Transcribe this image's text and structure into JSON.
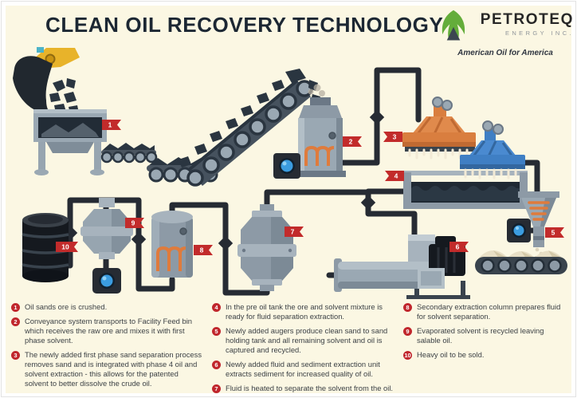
{
  "header": {
    "title": "CLEAN OIL RECOVERY TECHNOLOGY",
    "logo": {
      "name": "PETROTEQ",
      "sub": "ENERGY INC.",
      "tagline": "American Oil for America"
    }
  },
  "diagram": {
    "badges": [
      "1",
      "2",
      "3",
      "4",
      "5",
      "6",
      "7",
      "8",
      "9",
      "10"
    ],
    "steps": [
      {
        "num": "1",
        "machine": "ore-crusher"
      },
      {
        "num": "2",
        "machine": "facility-feed-bin"
      },
      {
        "num": "3",
        "machine": "first-phase-sand-separator"
      },
      {
        "num": "4",
        "machine": "pre-oil-tank"
      },
      {
        "num": "5",
        "machine": "clean-sand-funnel"
      },
      {
        "num": "6",
        "machine": "fluid-sediment-extraction-unit"
      },
      {
        "num": "7",
        "machine": "fluid-heater-vessel"
      },
      {
        "num": "8",
        "machine": "secondary-extraction-column"
      },
      {
        "num": "9",
        "machine": "solvent-recycle-vessel"
      },
      {
        "num": "10",
        "machine": "heavy-oil-barrel"
      }
    ]
  },
  "legend": {
    "col1": [
      {
        "num": "1",
        "text": "Oil sands ore is crushed."
      },
      {
        "num": "2",
        "text": "Conveyance system transports to Facility Feed bin which receives the raw ore and mixes it with first phase solvent."
      },
      {
        "num": "3",
        "text": "The newly added first phase sand separation process removes sand and is integrated with phase 4 oil and solvent extraction - this allows for the patented solvent to better dissolve the crude oil."
      }
    ],
    "col2": [
      {
        "num": "4",
        "text": "In the pre oil tank the ore and solvent mixture is ready for fluid separation extraction."
      },
      {
        "num": "5",
        "text": "Newly added augers produce clean sand to sand holding tank and all remaining solvent and oil is captured and recycled."
      },
      {
        "num": "6",
        "text": "Newly added fluid and sediment extraction unit extracts sediment for increased quality of oil."
      },
      {
        "num": "7",
        "text": "Fluid is heated to separate the solvent from the oil."
      }
    ],
    "col3": [
      {
        "num": "8",
        "text": "Secondary extraction column prepares fluid for solvent separation."
      },
      {
        "num": "9",
        "text": "Evaporated solvent is recycled leaving salable oil."
      },
      {
        "num": "10",
        "text": "Heavy oil to be sold."
      }
    ]
  },
  "colors": {
    "background": "#fbf7e3",
    "badge_red": "#c0262c",
    "pipe_dark": "#262b33",
    "machine_slate": "#8d9aa6",
    "coil_orange": "#df7b3c",
    "auger_orange": "#e08a4c",
    "auger_blue": "#4a8ad0",
    "pump_blue": "#3b9ce0",
    "title_navy": "#1c2733",
    "logo_green": "#64ad3a"
  }
}
